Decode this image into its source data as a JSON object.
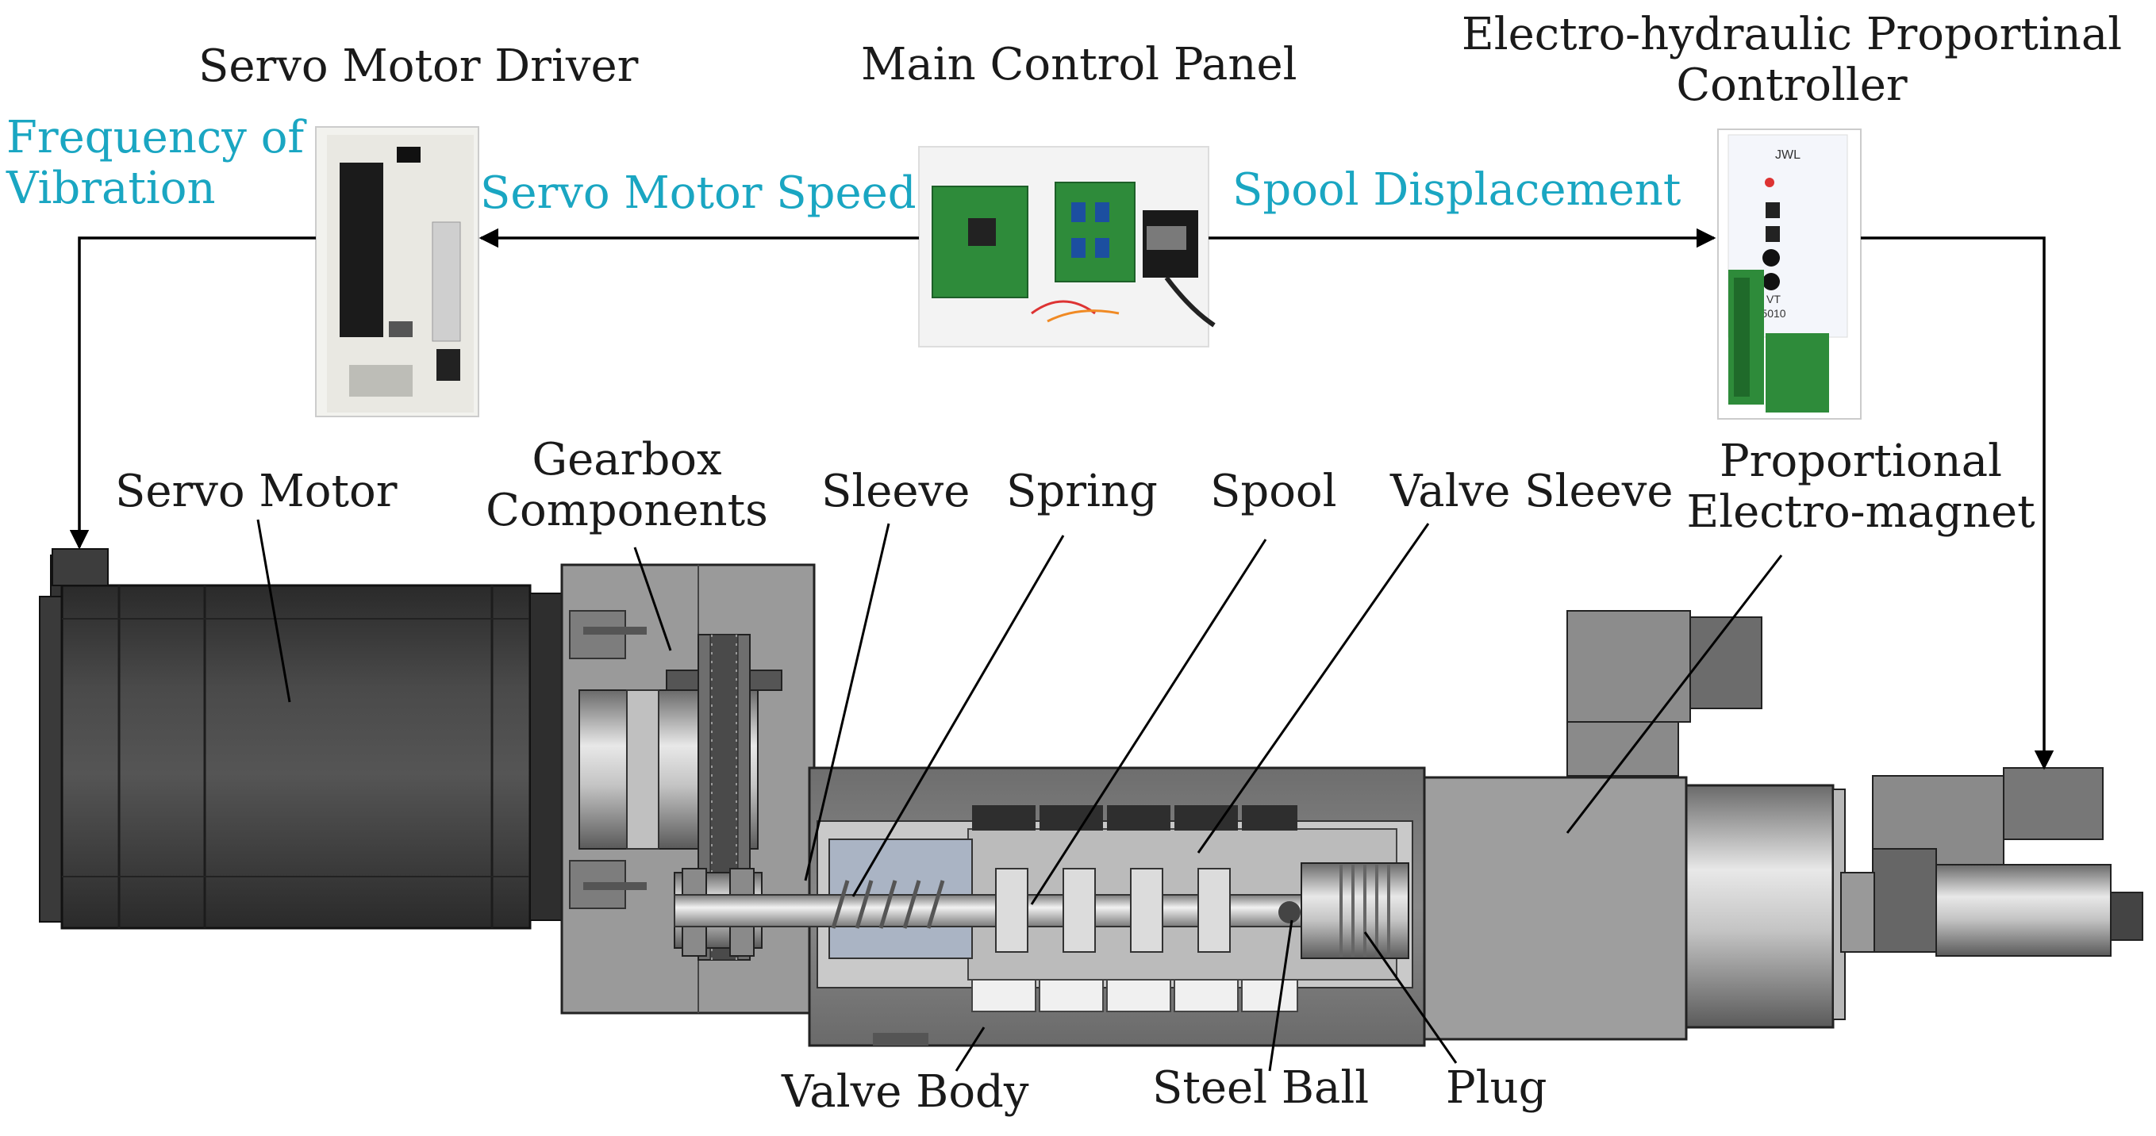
{
  "labels": {
    "servo_motor_driver": "Servo Motor Driver",
    "main_control_panel": "Main Control Panel",
    "ehp_controller_line1": "Electro-hydraulic Proportinal",
    "ehp_controller_line2": "Controller",
    "servo_motor": "Servo Motor",
    "gearbox_line1": "Gearbox",
    "gearbox_line2": "Components",
    "sleeve": "Sleeve",
    "spring": "Spring",
    "spool": "Spool",
    "valve_sleeve": "Valve Sleeve",
    "proportional_line1": "Proportional",
    "proportional_line2": "Electro-magnet",
    "valve_body": "Valve Body",
    "steel_ball": "Steel Ball",
    "plug": "Plug"
  },
  "signals": {
    "frequency_line1": "Frequency of",
    "frequency_line2": "Vibration",
    "servo_motor_speed": "Servo Motor Speed",
    "spool_displacement": "Spool Displacement"
  },
  "controller_panel_text": {
    "brand": "JWL",
    "model": "VT",
    "model_no": "5010"
  },
  "colors": {
    "signal_text": "#1aa6c2",
    "label_text": "#1a1a1a",
    "pcb_green": "#2e8b3a",
    "housing_gray": "#8c8c8c",
    "motor_dark": "#3c3c3c"
  }
}
